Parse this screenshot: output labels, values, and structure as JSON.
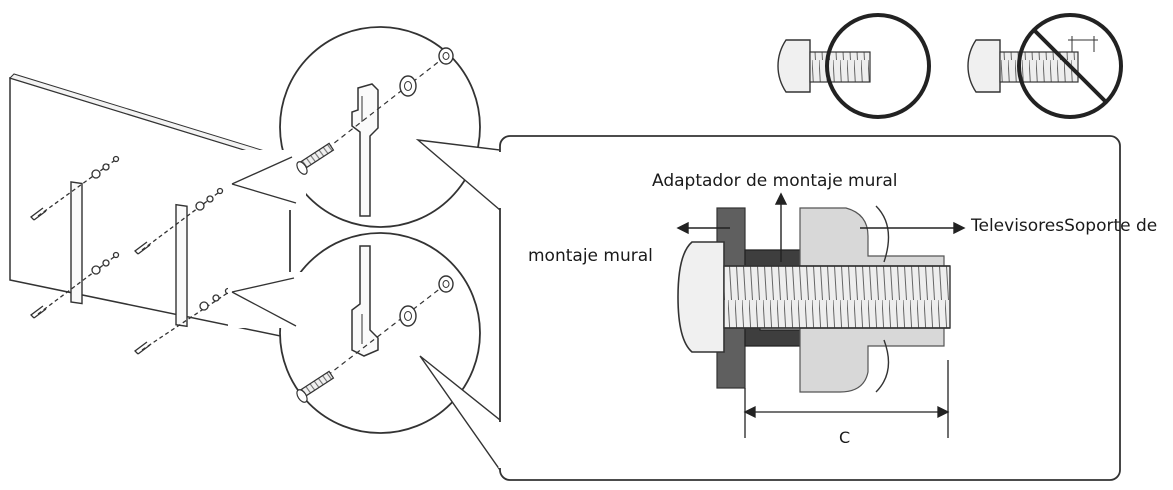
{
  "labels": {
    "adapter": "Adaptador de montaje mural",
    "wall_mount": "montaje mural",
    "tv_support": "TelevisoresSoporte de",
    "dimension": "C"
  },
  "icons": {
    "correct_example": "screw-fully-threaded-circle",
    "incorrect_example": "screw-prohibited-circle"
  },
  "colors": {
    "line": "#333333",
    "wall_plate": "#5a5a5a",
    "adapter": "#3c3c3c",
    "tv_bracket": "#d9d9d9",
    "screw_body": "#e8e8e8",
    "background": "#ffffff"
  }
}
